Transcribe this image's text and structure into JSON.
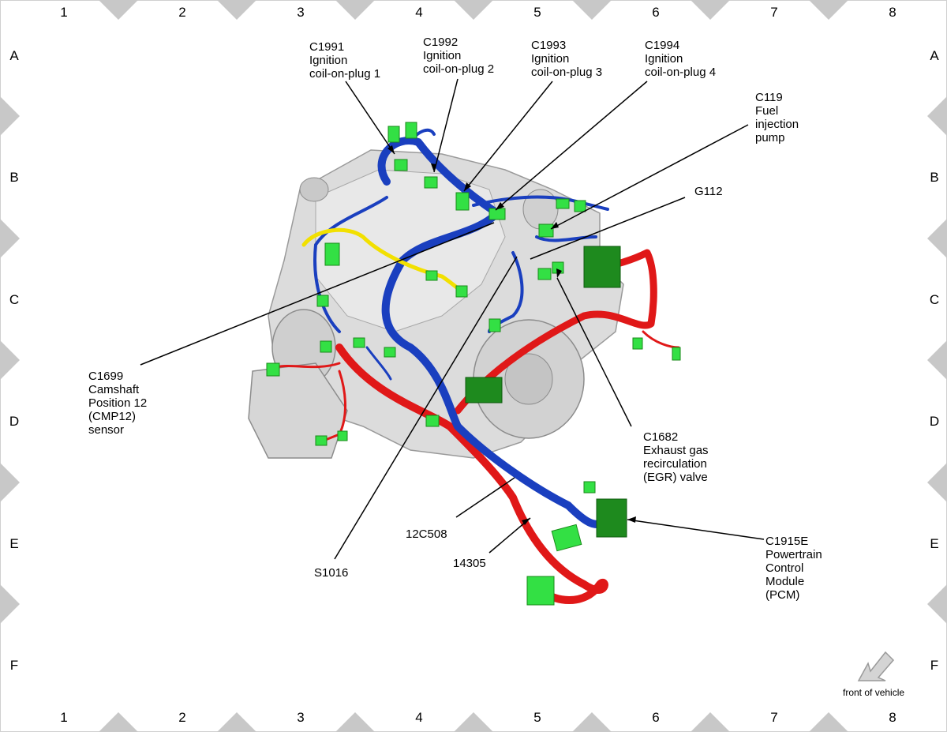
{
  "grid": {
    "columns": [
      "1",
      "2",
      "3",
      "4",
      "5",
      "6",
      "7",
      "8"
    ],
    "rows": [
      "A",
      "B",
      "C",
      "D",
      "E",
      "F"
    ]
  },
  "callouts": {
    "c1991": "C1991\nIgnition\ncoil-on-plug 1",
    "c1992": "C1992\nIgnition\ncoil-on-plug 2",
    "c1993": "C1993\nIgnition\ncoil-on-plug 3",
    "c1994": "C1994\nIgnition\ncoil-on-plug 4",
    "c119": "C119\nFuel\ninjection\npump",
    "g112": "G112",
    "c1699": "C1699\nCamshaft\nPosition 12\n(CMP12)\nsensor",
    "c1682": "C1682\nExhaust gas\nrecirculation\n(EGR) valve",
    "h12c508": "12C508",
    "h14305": "14305",
    "s1016": "S1016",
    "c1915e": "C1915E\nPowertrain\nControl\nModule\n(PCM)"
  },
  "orientation": {
    "caption": "front of vehicle",
    "icon": "arrow-down-left-icon"
  },
  "colors": {
    "harness_blue": "#1a3fbf",
    "harness_red": "#e01818",
    "harness_yellow": "#f2e000",
    "connector_green": "#33e044",
    "connector_dark_green": "#1e8a1e",
    "engine_gray": "#d9d9d9",
    "grid_marker": "#c8c8c8"
  }
}
